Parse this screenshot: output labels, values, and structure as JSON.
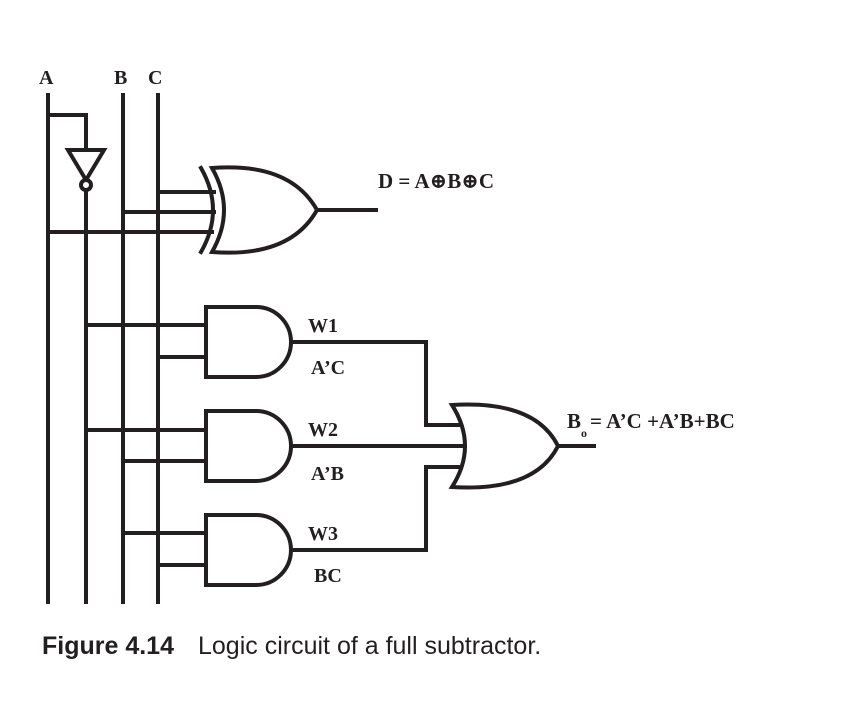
{
  "inputs": {
    "a": "A",
    "b": "B",
    "c": "C"
  },
  "outputs": {
    "difference": "D = A⊕B⊕C",
    "borrow_symbol": "B",
    "borrow_subscript": "o",
    "borrow_expr": "= A’C +A’B+BC"
  },
  "gates": [
    {
      "name": "W1",
      "term": "A’C"
    },
    {
      "name": "W2",
      "term": "A’B"
    },
    {
      "name": "W3",
      "term": "BC"
    }
  ],
  "caption": {
    "number": "Figure 4.14",
    "text": "Logic circuit of a full subtractor."
  }
}
